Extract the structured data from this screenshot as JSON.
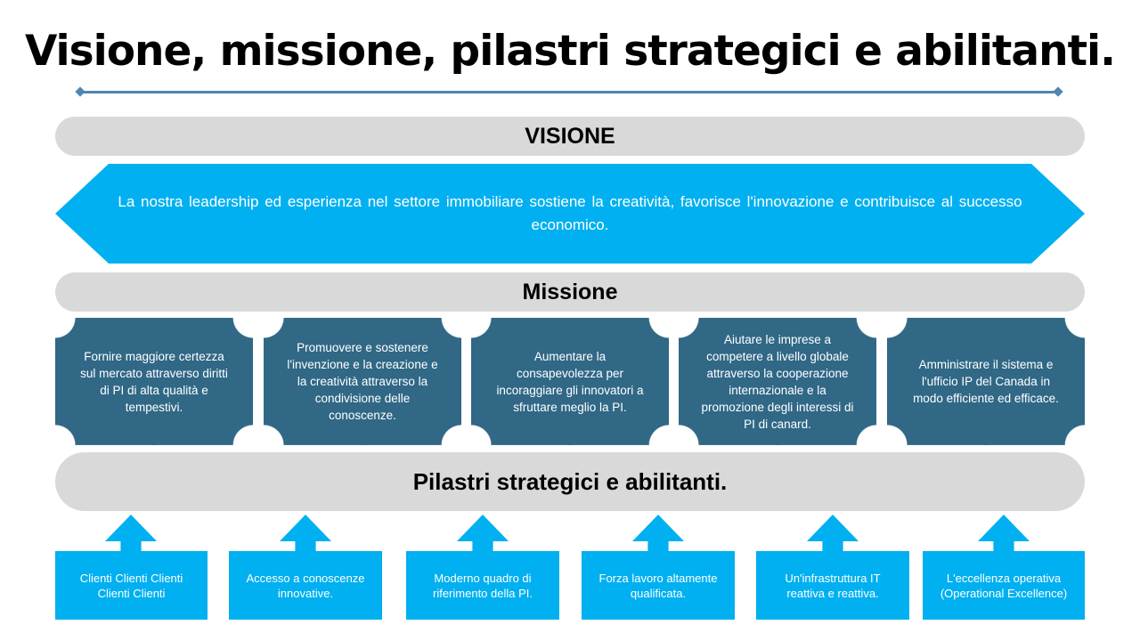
{
  "title": "Visione, missione, pilastri strategici e abilitanti.",
  "vision": {
    "heading": "VISIONE",
    "text": "La nostra leadership ed esperienza nel settore immobiliare sostiene la creatività, favorisce l'innovazione e contribuisce al successo economico."
  },
  "mission": {
    "heading": "Missione",
    "items": [
      "Fornire maggiore certezza sul mercato attraverso diritti di PI di alta qualità e tempestivi.",
      "Promuovere e sostenere l'invenzione e la creazione e la creatività attraverso la condivisione delle conoscenze.",
      "Aumentare la consapevolezza per incoraggiare gli innovatori a sfruttare meglio la PI.",
      "Aiutare le imprese a competere a livello globale attraverso la cooperazione internazionale e la promozione degli interessi di PI di canard.",
      "Amministrare il sistema e l'ufficio IP del Canada in modo efficiente ed efficace."
    ]
  },
  "pillars": {
    "heading": "Pilastri strategici e abilitanti.",
    "items": [
      "Clienti Clienti Clienti Clienti Clienti",
      "Accesso a conoscenze innovative.",
      "Moderno quadro di riferimento della PI.",
      "Forza lavoro altamente qualificata.",
      "Un'infrastruttura IT reattiva e reattiva.",
      "L'eccellenza operativa (Operational Excellence)"
    ]
  },
  "colors": {
    "accent": "#00b0f0",
    "mission": "#306886",
    "pill": "#d9d9d9",
    "rule": "#4f86b2"
  }
}
